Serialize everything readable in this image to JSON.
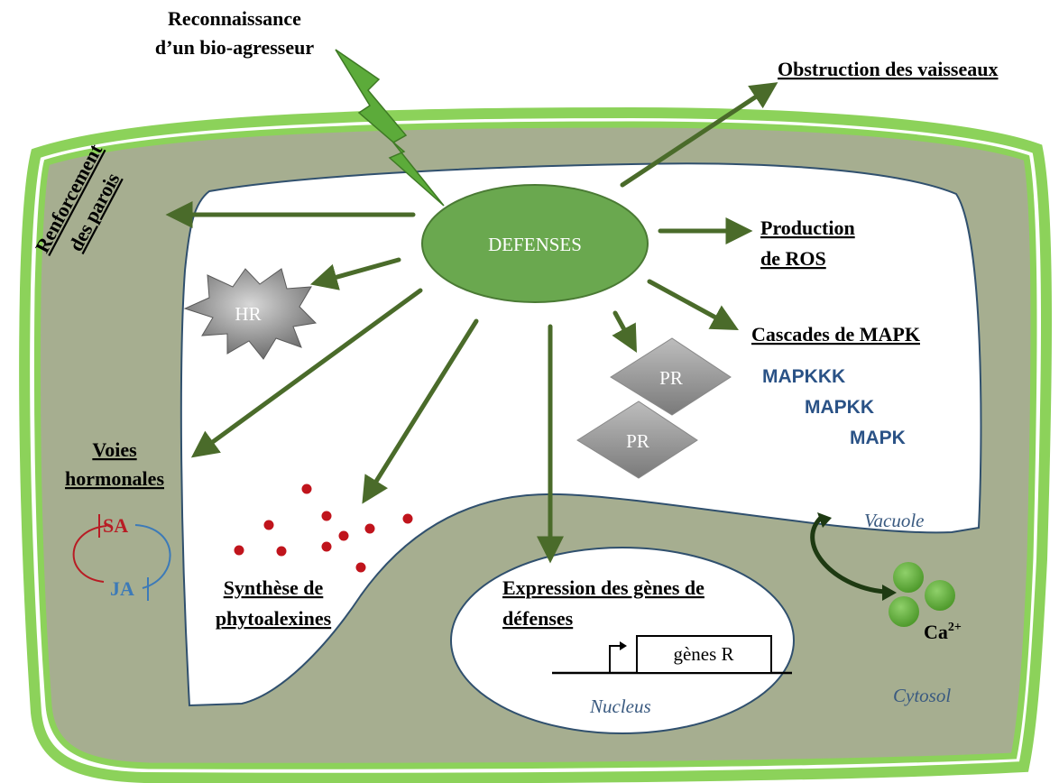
{
  "labels": {
    "recognition_line1": "Reconnaissance",
    "recognition_line2": "d’un bio-agresseur",
    "obstruction": "Obstruction des vaisseaux",
    "renforcement_line1": "Renforcement",
    "renforcement_line2": "des parois",
    "defenses": "DEFENSES",
    "ros_line1": "Production",
    "ros_line2": "de ROS",
    "hr": "HR",
    "mapk_title": "Cascades de MAPK",
    "mapkkk": "MAPKKK",
    "mapkk": "MAPKK",
    "mapk": "MAPK",
    "pr1": "PR",
    "pr2": "PR",
    "voies_line1": "Voies",
    "voies_line2": "hormonales",
    "sa": "SA",
    "ja": "JA",
    "synthese_line1": "Synthèse de",
    "synthese_line2": "phytoalexines",
    "expression_line1": "Expression des gènes de",
    "expression_line2": "défenses",
    "genes_r": "gènes R",
    "vacuole": "Vacuole",
    "nucleus": "Nucleus",
    "cytosol": "Cytosol",
    "calcium": "Ca",
    "calcium_sup": "2+"
  },
  "colors": {
    "cell_wall_green": "#8cd25a",
    "cytosol": "#a6ae90",
    "arrow": "#4a6b2a",
    "ellipse": "#6aa84f",
    "dot_red": "#c0141c",
    "sa_red": "#b81c24",
    "ja_blue": "#3c7ab8",
    "mapk_blue": "#2a5286"
  }
}
